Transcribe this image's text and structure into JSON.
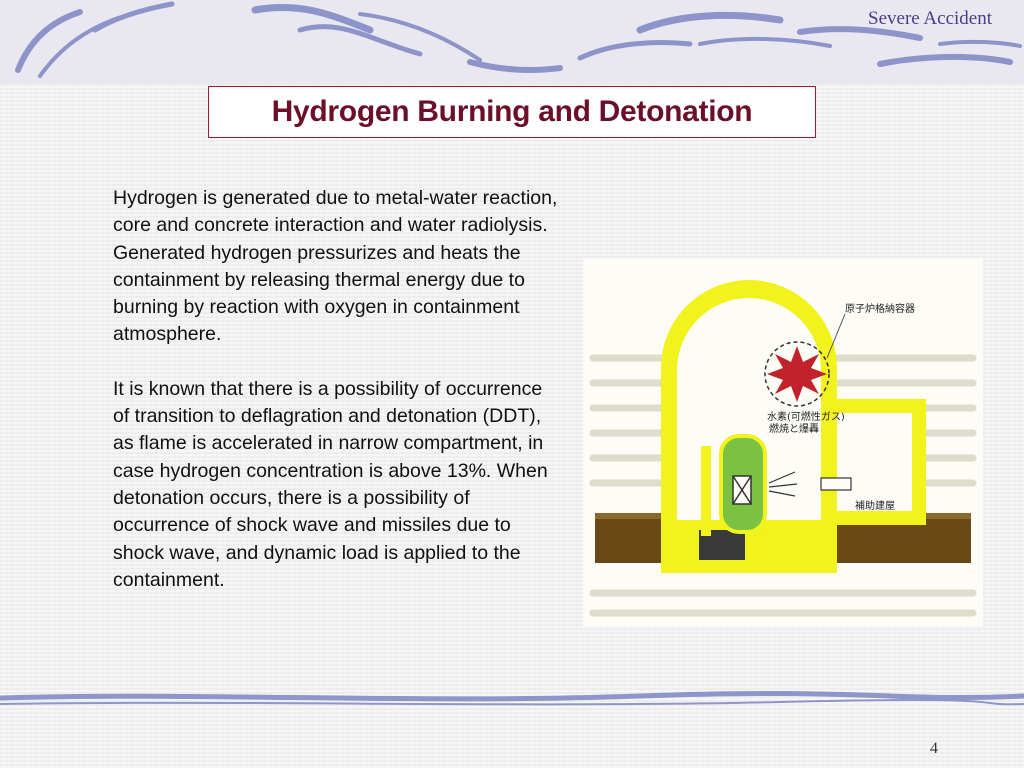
{
  "slide": {
    "section_label": "Severe Accident",
    "title": "Hydrogen Burning and Detonation",
    "paragraphs": [
      "Hydrogen is generated due to metal-water reaction, core and concrete interaction and water radiolysis.  Generated hydrogen pressurizes and heats the containment by releasing thermal energy due to burning by reaction with oxygen in containment atmosphere.",
      "It is known that there is a possibility of occurrence of transition to deflagration and detonation (DDT), as flame is accelerated in narrow compartment, in case hydrogen concentration is above 13%.  When detonation occurs, there is a possibility of occurrence of shock wave and missiles due to shock wave, and dynamic load is applied to the containment."
    ],
    "page_number": "4"
  },
  "figure": {
    "label_containment": "原子炉格納容器",
    "label_hydrogen_line1": "水素(可燃性ガス)",
    "label_hydrogen_line2": "燃焼と爆轟",
    "label_aux_building": "補助建屋"
  },
  "colors": {
    "title_text": "#6b0f2a",
    "title_border": "#9b1b30",
    "accent_stroke": "#7d86c4",
    "containment_yellow": "#f2f21c",
    "flame_red": "#c2232b",
    "vessel_green": "#7cc242",
    "ground_brown": "#6a4a14"
  }
}
